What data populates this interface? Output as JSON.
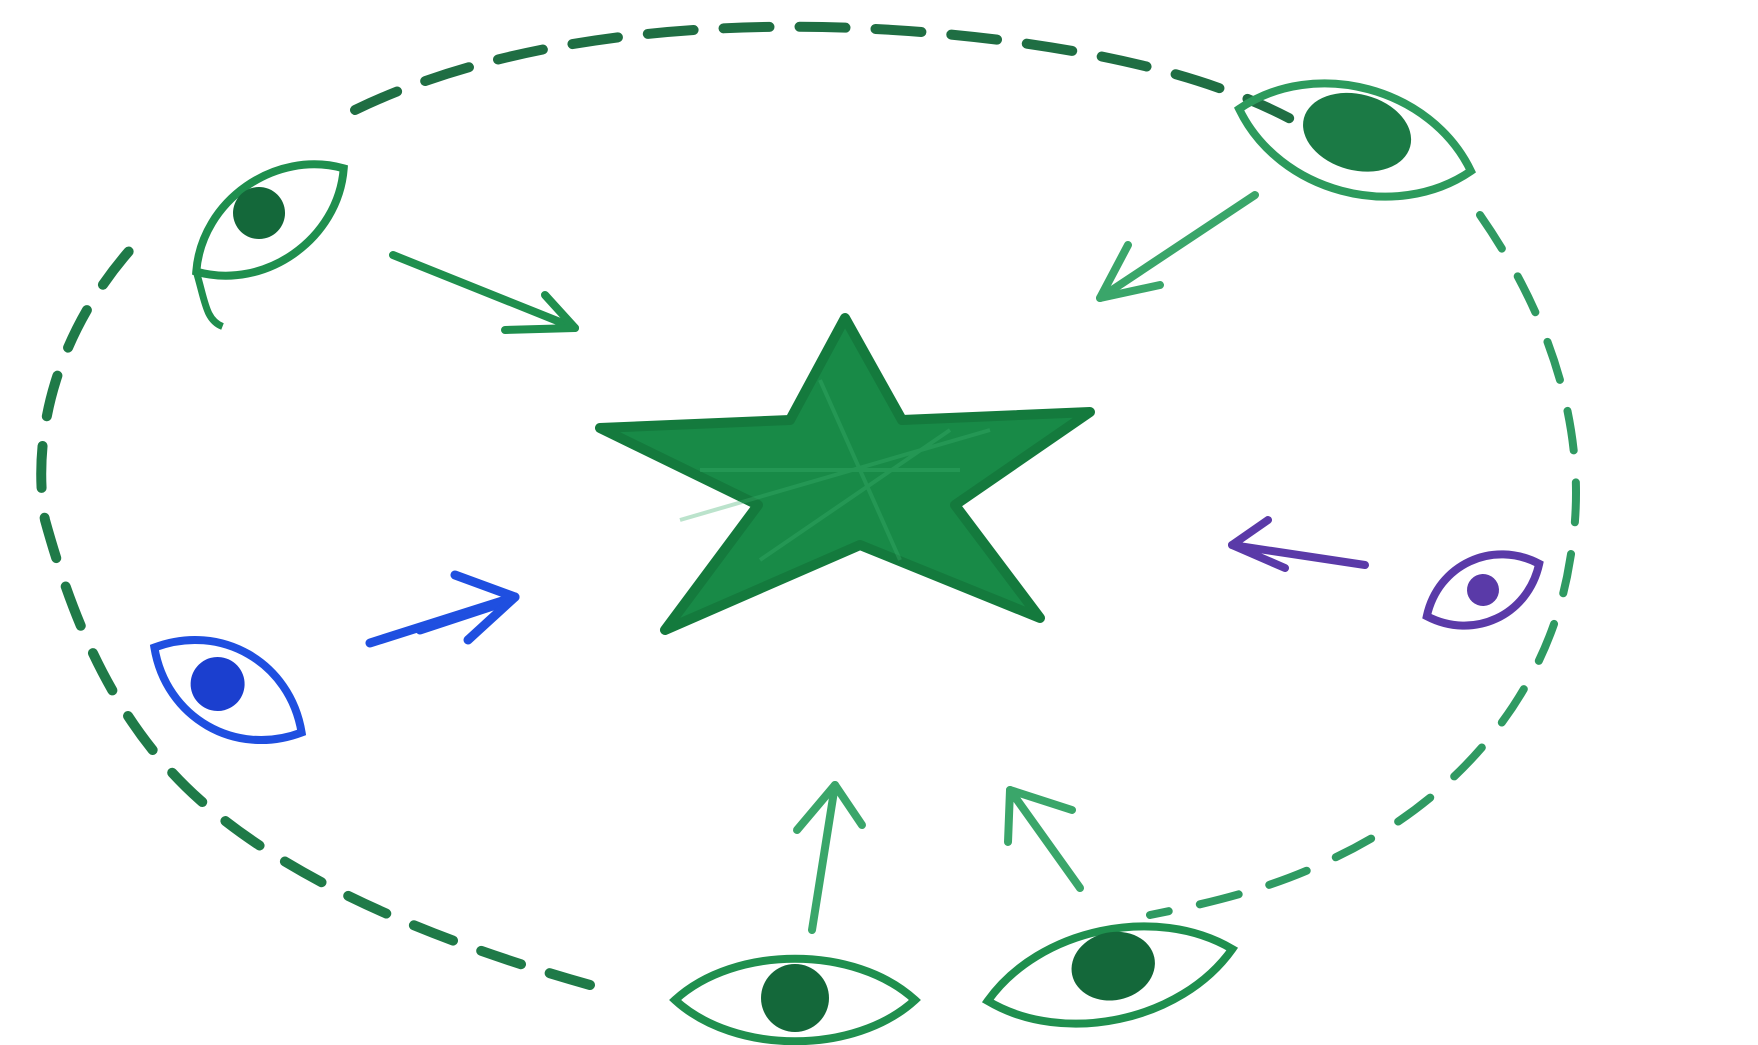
{
  "colors": {
    "background": "#ffffff",
    "green": "#1f8f4e",
    "green_dark": "#14683a",
    "green_light": "#3aa66a",
    "blue": "#1f4fe0",
    "blue_pupil": "#1b3fcf",
    "purple": "#5a3aa8"
  },
  "diagram": {
    "center": {
      "icon": "star-icon",
      "color": "green"
    },
    "boundary": {
      "style": "dashed-circle",
      "color": "green"
    },
    "observers": [
      {
        "id": "top-left",
        "icon": "eye-icon",
        "color": "green"
      },
      {
        "id": "top-right",
        "icon": "eye-icon",
        "color": "green"
      },
      {
        "id": "left",
        "icon": "eye-icon",
        "color": "blue"
      },
      {
        "id": "right",
        "icon": "eye-icon",
        "color": "purple"
      },
      {
        "id": "bottom-left",
        "icon": "eye-icon",
        "color": "green"
      },
      {
        "id": "bottom-right",
        "icon": "eye-icon",
        "color": "green"
      }
    ],
    "arrows": [
      {
        "from": "top-left",
        "to": "center",
        "icon": "arrow-icon",
        "color": "green"
      },
      {
        "from": "top-right",
        "to": "center",
        "icon": "arrow-icon",
        "color": "green"
      },
      {
        "from": "left",
        "to": "center",
        "icon": "arrow-icon",
        "color": "blue"
      },
      {
        "from": "right",
        "to": "center",
        "icon": "arrow-icon",
        "color": "purple"
      },
      {
        "from": "bottom-left",
        "to": "center",
        "icon": "arrow-icon",
        "color": "green"
      },
      {
        "from": "bottom-right",
        "to": "center",
        "icon": "arrow-icon",
        "color": "green"
      }
    ]
  }
}
